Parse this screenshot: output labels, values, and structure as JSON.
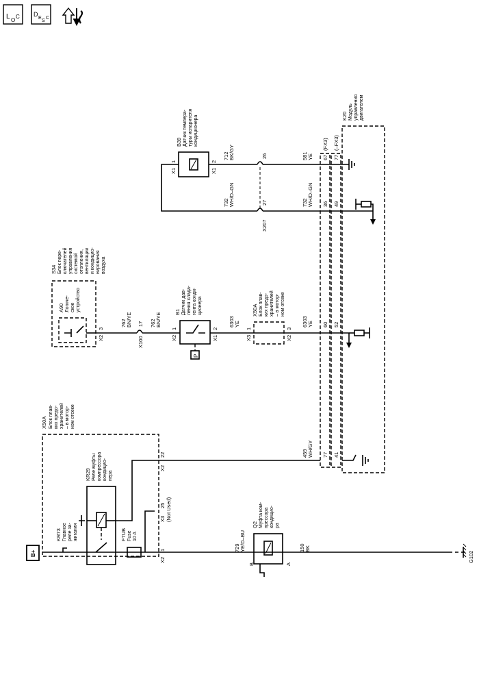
{
  "toolbar": {
    "icons": [
      {
        "name": "location-icon",
        "letters": [
          "L",
          "O",
          "C"
        ]
      },
      {
        "name": "description-icon",
        "letters": [
          "D",
          "E",
          "S",
          "C"
        ]
      },
      {
        "name": "tools-icon"
      }
    ]
  },
  "power": {
    "label": "B+"
  },
  "components": {
    "x50a_left": {
      "id": "X50A",
      "desc": [
        "Блок плав-",
        "ких предо-",
        "хранителей",
        "– в мотор-",
        "ном отсеке"
      ]
    },
    "kr73": {
      "id": "KR73",
      "desc": [
        "Главное",
        "реле за-",
        "жигания"
      ]
    },
    "kr29": {
      "id": "KR29",
      "desc": [
        "Реле муфты",
        "компрессора",
        "кондицио-",
        "нера"
      ]
    },
    "fuse": {
      "id": "F7UB",
      "desc": [
        "Fuse",
        "10 A"
      ]
    },
    "q2": {
      "id": "Q2",
      "desc": [
        "Муфта ком-",
        "прессора",
        "кондицио-",
        "ра"
      ]
    },
    "s34": {
      "id": "S34",
      "desc": [
        "Блок пере-",
        "ключателей",
        "управления",
        "системой",
        "отопления,",
        "вентиляции",
        "и кондицио-",
        "нирования",
        "воздуха"
      ]
    },
    "a90": {
      "id": "A90",
      "desc": [
        "Логиче-",
        "ское",
        "устройство"
      ]
    },
    "b1": {
      "id": "B1",
      "desc": [
        "Датчик дав-",
        "ления хлада-",
        "гента конди-",
        "ционера"
      ]
    },
    "x50a_mid": {
      "id": "X50A",
      "desc": [
        "Блок плав-",
        "ких предо-",
        "хранителей",
        "– в мотор-",
        "ном отсеке"
      ]
    },
    "b39": {
      "id": "B39",
      "desc": [
        "Датчик темпера-",
        "туры испарителя",
        "кондиционера"
      ]
    },
    "k20": {
      "id": "K20",
      "desc": [
        "Модуль",
        "управления",
        "двигателем"
      ]
    }
  },
  "wires": {
    "w729": {
      "circuit": "729",
      "color": "YE/D–BU"
    },
    "w150": {
      "circuit": "150",
      "color": "BK"
    },
    "w459": {
      "circuit": "459",
      "color": "WH/GY"
    },
    "w762a": {
      "circuit": "762",
      "color": "BN/YE"
    },
    "w762b": {
      "circuit": "762",
      "color": "BN/YE"
    },
    "w6303a": {
      "circuit": "6303",
      "color": "YE"
    },
    "w6303b": {
      "circuit": "6303",
      "color": "YE"
    },
    "w712": {
      "circuit": "712",
      "color": "BK/GY"
    },
    "w581": {
      "circuit": "581",
      "color": "YE"
    },
    "w732a": {
      "circuit": "732",
      "color": "WH/D–GN"
    },
    "w732b": {
      "circuit": "732",
      "color": "WH/D–GN"
    }
  },
  "pins": {
    "x2_1": "X2",
    "x2_1_n": "1",
    "x3_25": "X3",
    "x3_25_n": "25",
    "x3_25_note": "(Not Used)",
    "x2_22": "X2",
    "x2_22_n": "22",
    "x2_3": "X2",
    "x2_3_n": "3",
    "x100": "X100",
    "x100_n": "17",
    "b1_x2": "X2",
    "b1_x2_n": "1",
    "b1_x1": "X1",
    "b1_x1_n": "2",
    "x50a_x3": "X3",
    "x50a_x3_n": "1",
    "x50a_x2": "X2",
    "x50a_x2_n": "3",
    "b39_x1a": "X1",
    "b39_x1a_n": "1",
    "b39_x1b": "X1",
    "b39_x1b_n": "2",
    "x207": "X207",
    "x207_n26": "26",
    "x207_n27": "27",
    "q2_b": "B",
    "q2_a": "A",
    "k20_41": "41",
    "k20_77a": "77",
    "k20_52": "52",
    "k20_60": "60",
    "k20_49": "49",
    "k20_36": "36",
    "k20_77b": "77",
    "k20_67": "67",
    "fx3a": "(FX3)",
    "fx3b": "(–FX3)"
  },
  "ground": {
    "id": "G102"
  },
  "symbols": {
    "pressure_tag": "P"
  }
}
